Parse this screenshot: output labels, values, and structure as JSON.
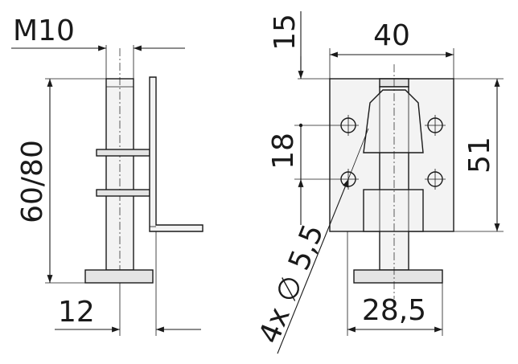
{
  "drawing": {
    "title": "",
    "dimensions": {
      "thread": "M10",
      "length": "60/80",
      "offset": "12",
      "top_gap": "15",
      "width": "40",
      "hole_spacing": "18",
      "height": "51",
      "base_width": "28,5",
      "holes": "4x ∅ 5,5"
    }
  }
}
